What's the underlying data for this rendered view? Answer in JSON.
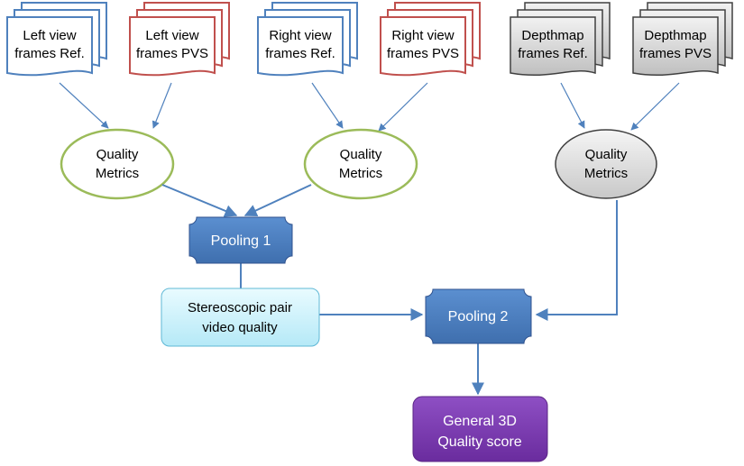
{
  "colors": {
    "blue_doc": "#4f81bd",
    "red_doc": "#c0504d",
    "gray_doc": "#404040",
    "green_ellipse": "#9bbb59",
    "arrow": "#4f81bd",
    "pooling_fill": "#4f81bd",
    "stereo_fill": "#d4f3fb",
    "general_fill": "#7030a0"
  },
  "documents": {
    "left_ref": {
      "line1": "Left view",
      "line2": "frames Ref."
    },
    "left_pvs": {
      "line1": "Left view",
      "line2": "frames PVS"
    },
    "right_ref": {
      "line1": "Right view",
      "line2": "frames Ref."
    },
    "right_pvs": {
      "line1": "Right view",
      "line2": "frames PVS"
    },
    "depth_ref": {
      "line1": "Depthmap",
      "line2": "frames Ref."
    },
    "depth_pvs": {
      "line1": "Depthmap",
      "line2": "frames PVS"
    }
  },
  "metrics": {
    "left": {
      "line1": "Quality",
      "line2": "Metrics"
    },
    "right": {
      "line1": "Quality",
      "line2": "Metrics"
    },
    "depth": {
      "line1": "Quality",
      "line2": "Metrics"
    }
  },
  "pooling1": {
    "label": "Pooling 1"
  },
  "pooling2": {
    "label": "Pooling 2"
  },
  "stereo": {
    "line1": "Stereoscopic pair",
    "line2": "video quality"
  },
  "general": {
    "line1": "General 3D",
    "line2": "Quality score"
  }
}
